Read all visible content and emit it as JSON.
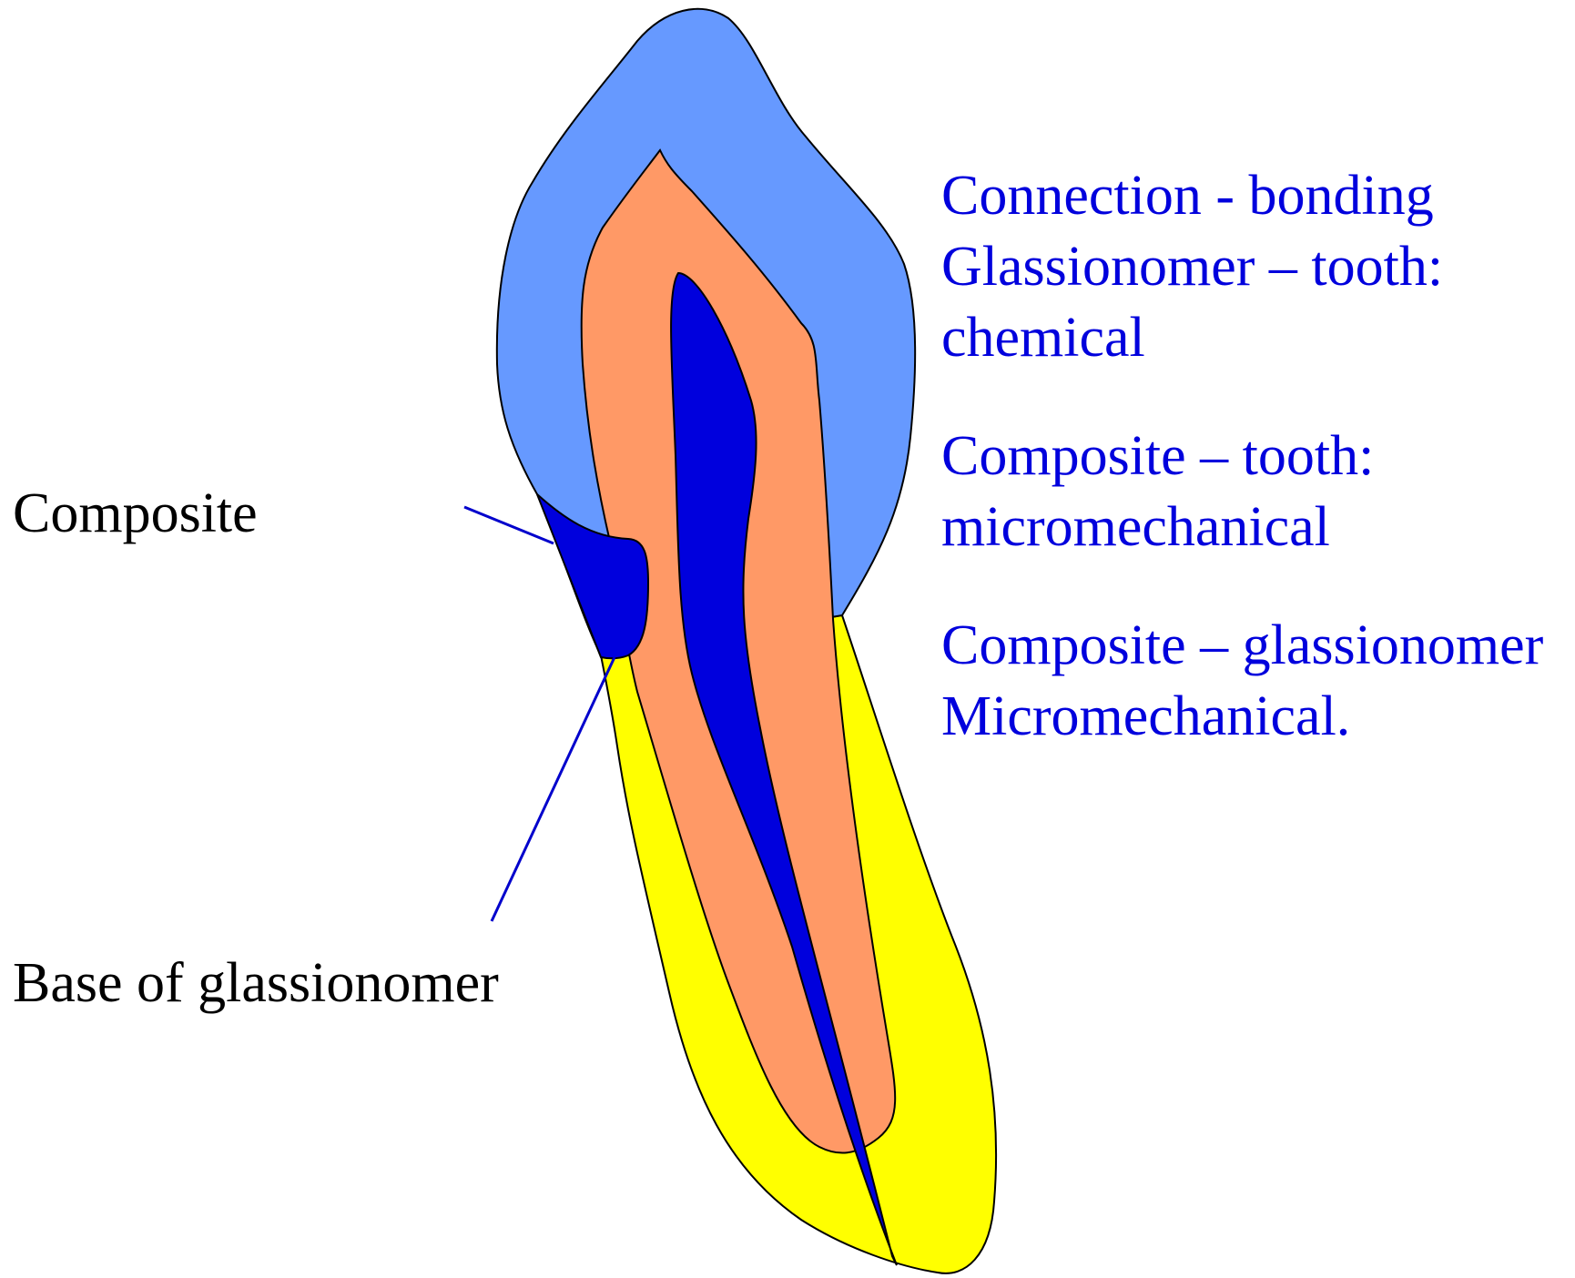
{
  "colors": {
    "enamel": "#6699ff",
    "dentin": "#ff9966",
    "pulp": "#0000dd",
    "cementum_root": "#ffff00",
    "restoration": "#0000dd",
    "leader_line": "#0000cc",
    "outline": "#000000",
    "left_label_text": "#000000",
    "right_label_text": "#0000dd"
  },
  "labels": {
    "composite": "Composite",
    "base": "Base of glassionomer"
  },
  "notes": [
    {
      "lines": [
        "Connection - bonding",
        "Glassionomer – tooth:",
        "chemical"
      ]
    },
    {
      "lines": [
        "Composite – tooth:",
        "micromechanical"
      ]
    },
    {
      "lines": [
        "Composite – glassionomer",
        "Micromechanical."
      ]
    }
  ]
}
